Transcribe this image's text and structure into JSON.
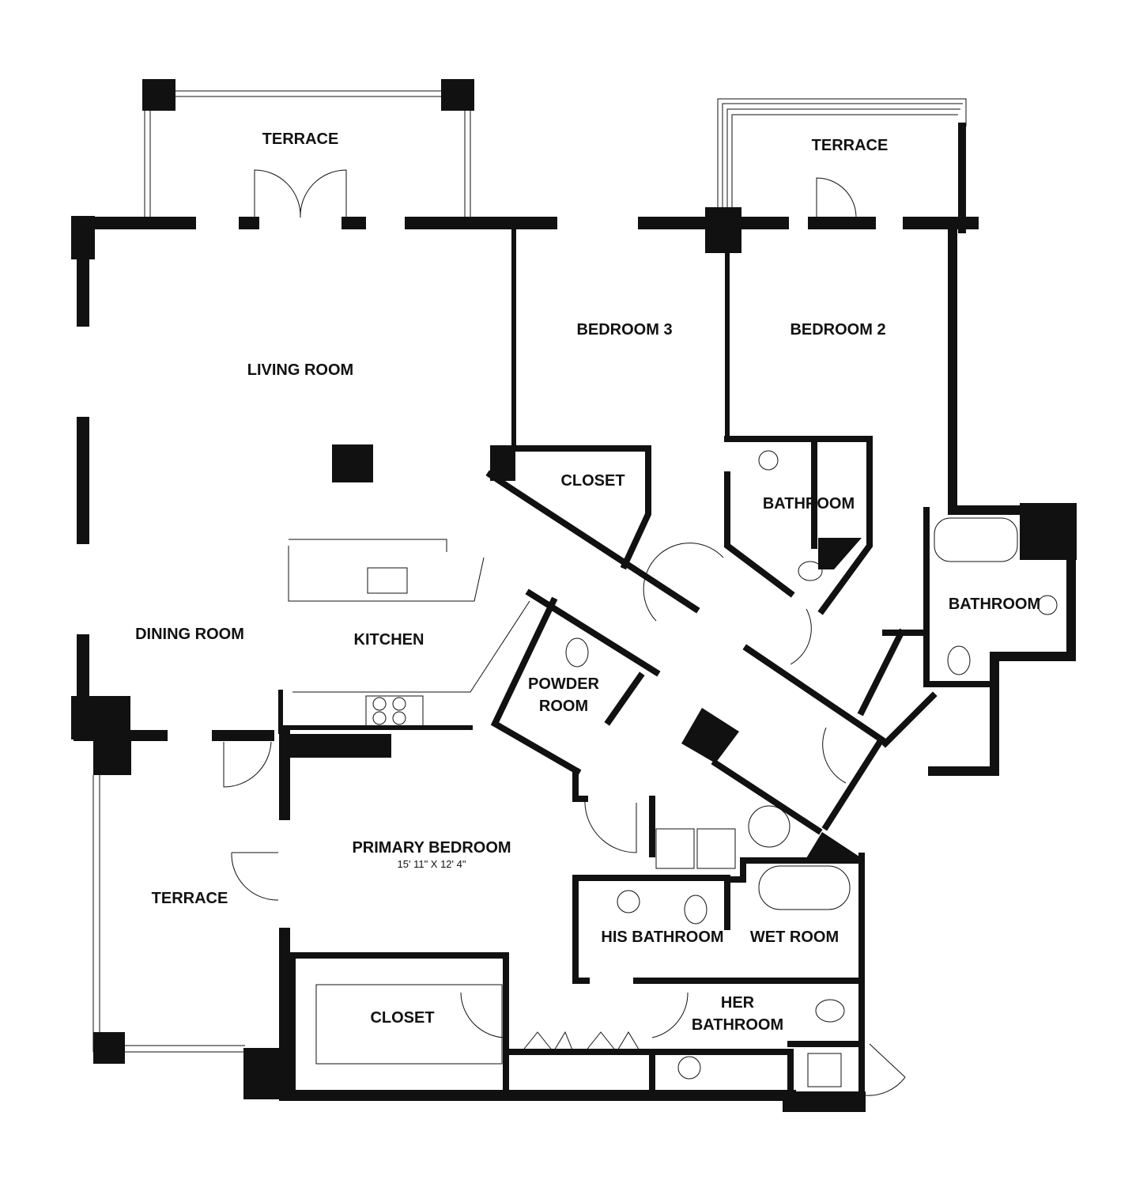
{
  "rooms": {
    "terrace_top_left": "TERRACE",
    "terrace_top_right": "TERRACE",
    "living_room": "LIVING ROOM",
    "bedroom_3": "BEDROOM 3",
    "bedroom_2": "BEDROOM 2",
    "closet_bedroom3": "CLOSET",
    "bathroom_bedroom2": "BATHROOM",
    "bathroom_right": "BATHROOM",
    "dining_room": "DINING ROOM",
    "kitchen": "KITCHEN",
    "powder_room_line1": "POWDER",
    "powder_room_line2": "ROOM",
    "primary_bedroom": "PRIMARY BEDROOM",
    "primary_bedroom_dims": "15' 11\" X 12' 4\"",
    "terrace_left": "TERRACE",
    "his_bathroom": "HIS BATHROOM",
    "wet_room": "WET ROOM",
    "her_bathroom_line1": "HER",
    "her_bathroom_line2": "BATHROOM",
    "closet_primary": "CLOSET"
  }
}
